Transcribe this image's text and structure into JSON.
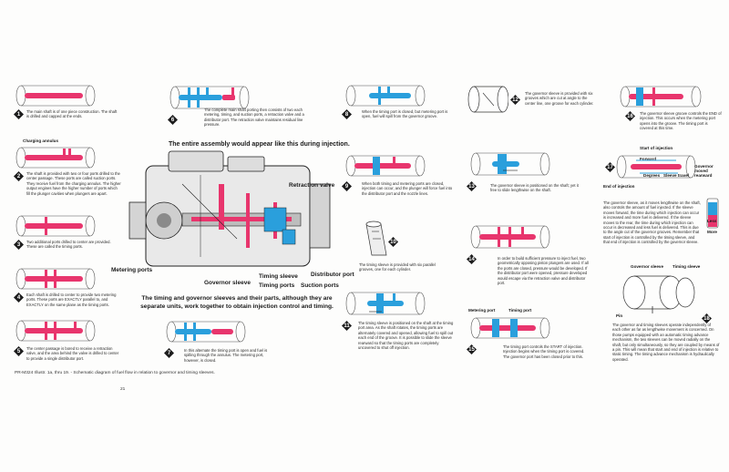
{
  "page": {
    "code": "PR-M324",
    "footer_caption": "Illustr. 1a, thru 19. - Schematic diagram of fuel flow in relation to governor and timing sleeves.",
    "page_number": "21"
  },
  "heading_main": "The entire assembly would appear like this during injection.",
  "heading_sleeves": "The timing and governor sleeves and their parts, although they are separate units, work together to obtain injection control and timing.",
  "main_labels": {
    "retraction_valve": "Retraction valve",
    "metering_ports": "Metering ports",
    "governor_sleeve": "Governor sleeve",
    "timing_sleeve": "Timing sleeve",
    "timing_ports": "Timing ports",
    "distributor_port": "Distributor port",
    "suction_ports": "Suction ports"
  },
  "steps": [
    {
      "num": "1",
      "caption": "The main shaft is of one piece construction. The shaft is drilled and capped at the ends."
    },
    {
      "num": "2",
      "label": "Charging annulus",
      "caption": "The shaft is provided with two or four ports drilled to the center passage. These ports are called suction ports. They receive fuel from the charging annulus. The higher output engines have the higher number of ports which fill the plunger cavities when plungers are apart."
    },
    {
      "num": "3",
      "caption": "Two additional ports drilled to center are provided. These are called the timing ports."
    },
    {
      "num": "4",
      "caption": "Each shaft is drilled to center to provide two metering ports. These ports are EXACTLY parallel to, and EXACTLY on the same plane as the timing ports."
    },
    {
      "num": "5",
      "caption": "The center passage is bored to receive a retraction valve, and the area behind the valve is drilled to center to provide a single distributor port."
    },
    {
      "num": "6",
      "caption": "The complete main shaft porting then consists of two each metering, timing, and suction ports, a retraction valve and a distributor port. The retraction valve maintains residual line pressure."
    },
    {
      "num": "7",
      "caption": "In this alternate the timing port is open and fuel is spilling through the annulus. The metering port, however, is closed."
    },
    {
      "num": "8",
      "caption": "When the timing port is closed, but metering port is open, fuel will spill from the governor groove."
    },
    {
      "num": "9",
      "caption": "When both timing and metering ports are closed, injection can occur, and the plunger will force fuel into the distributor port and the nozzle lines."
    },
    {
      "num": "10",
      "caption": "The timing sleeve is provided with six parallel grooves, one for each cylinder."
    },
    {
      "num": "11",
      "caption": "The timing sleeve is positioned on the shaft at the timing port area. As the shaft rotates, the timing ports are alternately covered and opened, allowing fuel to spill out each end of the groove. It is possible to slide the sleeve rearward so that the timing ports are completely uncovered to shut off injection."
    },
    {
      "num": "12",
      "caption": "The governor sleeve is provided with six grooves which are cut at angle to the center line, one groove for each cylinder."
    },
    {
      "num": "13",
      "caption": "The governor sleeve is positioned on the shaft; yet it free to slide lengthwise on the shaft."
    },
    {
      "num": "14",
      "caption": "In order to build sufficient pressure to inject fuel, two geometrically opposing piston plungers are used. If all the ports are closed, pressure would be developed. If the distributor port were opened, pressure developed would escape via the retraction valve and distributor port."
    },
    {
      "num": "15",
      "label_a": "Metering port",
      "label_b": "Timing port",
      "caption": "The timing port controls the START of injection. Injection begins when the timing port is covered. The governor port has been closed prior to this."
    },
    {
      "num": "16",
      "caption": "The governor sleeve groove controls the END of injection. This occurs when the metering port opens into the groove. The timing port is covered at this time."
    },
    {
      "num": "17",
      "label_start": "Start of injection",
      "label_forward": "Forward",
      "label_degrees": "Degrees",
      "label_sleeve_travel": "Sleeve travel",
      "label_end": "End of injection",
      "label_governor": "Governor moved rearward",
      "label_less": "Less",
      "label_more": "More",
      "caption": "The governor sleeve, as it moves lengthwise on the shaft, also controls the amount of fuel injected. If the sleeve moves forward, the time during which injection can occur is increased and more fuel is delivered. If the sleeve moves to the rear, the time during which injection can occur is decreased and less fuel is delivered. This is due to the angle cut of the governor grooves. Remember that start of injection is controlled by the timing sleeve, and that end of injection is controlled by the governor sleeve."
    },
    {
      "num": "18",
      "label_gov": "Governor sleeve",
      "label_timing": "Timing sleeve",
      "label_pin": "Pin",
      "caption": "The governor and timing sleeves operate independently of each other as far as lengthwise movement is concerned. On those pumps equipped with an automatic timing advance mechanism, the two sleeves can be moved radially on the shaft, but only simultaneously, so they are coupled by means of a pin. This will mean that start and end of injection is relative to static timing. The timing advance mechanism is hydraulically operated."
    }
  ],
  "colors": {
    "red": "#e8356d",
    "blue": "#2a9fdc",
    "shaft": "#f2c6d4",
    "ink": "#1a1a1a"
  }
}
